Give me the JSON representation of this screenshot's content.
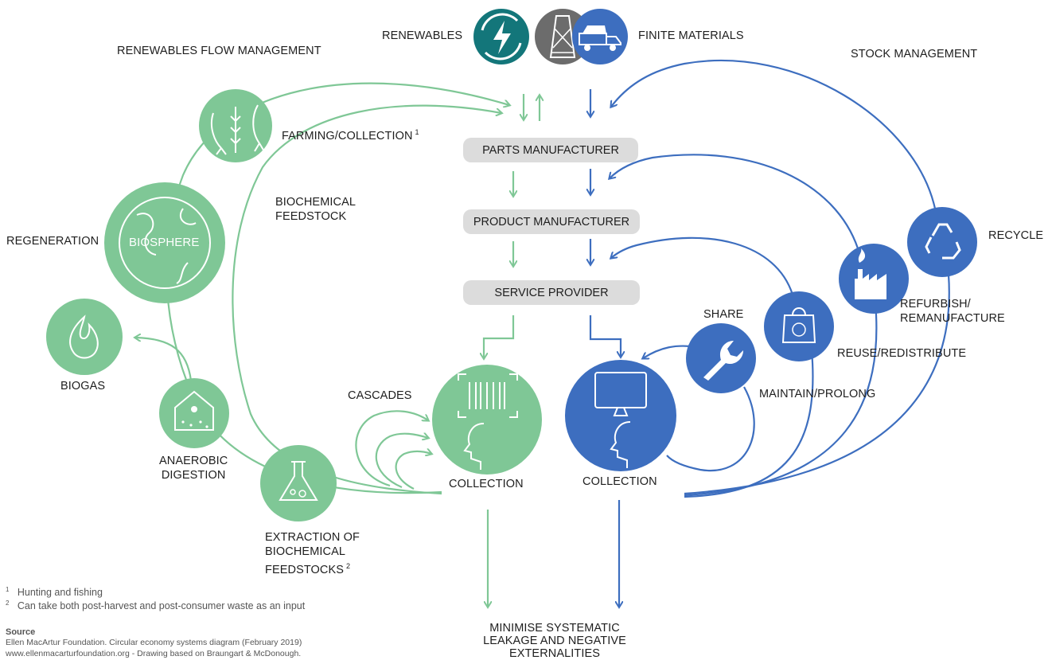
{
  "colors": {
    "green": "#7fc796",
    "blue": "#3d6ebf",
    "teal": "#13767a",
    "grey": "#6c6c6c",
    "pill": "#dcdcdc"
  },
  "header": {
    "renewables": "RENEWABLES",
    "finite_materials": "FINITE MATERIALS",
    "renewables_flow": "RENEWABLES FLOW MANAGEMENT",
    "stock_management": "STOCK MANAGEMENT"
  },
  "chain": {
    "parts_manufacturer": "PARTS MANUFACTURER",
    "product_manufacturer": "PRODUCT MANUFACTURER",
    "service_provider": "SERVICE PROVIDER"
  },
  "bio": {
    "farming": "FARMING/COLLECTION",
    "farming_note": "1",
    "feedstock": [
      "BIOCHEMICAL",
      "FEEDSTOCK"
    ],
    "regeneration": "REGENERATION",
    "biosphere": "BIOSPHERE",
    "biogas": "BIOGAS",
    "anaerobic": [
      "ANAEROBIC",
      "DIGESTION"
    ],
    "extraction": [
      "EXTRACTION OF",
      "BIOCHEMICAL",
      "FEEDSTOCKS"
    ],
    "extraction_note": "2",
    "cascades": "CASCADES",
    "collection": "COLLECTION"
  },
  "tech": {
    "collection": "COLLECTION",
    "share": "SHARE",
    "maintain": "MAINTAIN/PROLONG",
    "reuse": "REUSE/REDISTRIBUTE",
    "refurbish": [
      "REFURBISH/",
      "REMANUFACTURE"
    ],
    "recycle": "RECYCLE"
  },
  "bottom": [
    "MINIMISE SYSTEMATIC",
    "LEAKAGE AND NEGATIVE",
    "EXTERNALITIES"
  ],
  "footnotes": [
    {
      "mark": "1",
      "text": "Hunting and fishing"
    },
    {
      "mark": "2",
      "text": "Can take both post-harvest and post-consumer waste as an input"
    }
  ],
  "source": {
    "heading": "Source",
    "line1": "Ellen MacArtur Foundation. Circular economy systems diagram (February 2019)",
    "line2": "www.ellenmacarturfoundation.org - Drawing based on Braungart & McDonough."
  }
}
